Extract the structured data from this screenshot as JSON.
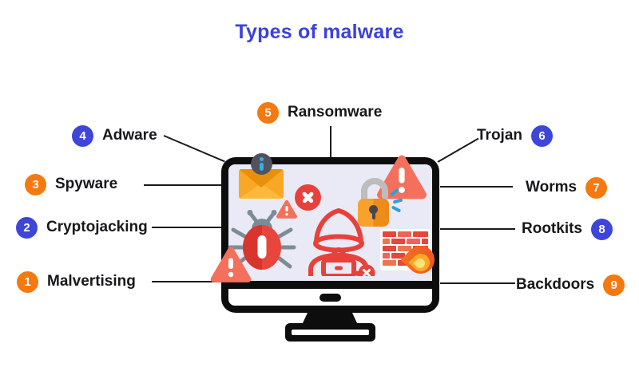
{
  "title": "Types of malware",
  "items": [
    {
      "number": "1",
      "name": "Malvertising",
      "badge_color": "#F5790F",
      "side": "left"
    },
    {
      "number": "2",
      "name": "Cryptojacking",
      "badge_color": "#3D46D9",
      "side": "left"
    },
    {
      "number": "3",
      "name": "Spyware",
      "badge_color": "#F5790F",
      "side": "left"
    },
    {
      "number": "4",
      "name": "Adware",
      "badge_color": "#3D46D9",
      "side": "left"
    },
    {
      "number": "5",
      "name": "Ransomware",
      "badge_color": "#F5790F",
      "side": "top"
    },
    {
      "number": "6",
      "name": "Trojan",
      "badge_color": "#3D46D9",
      "side": "right"
    },
    {
      "number": "7",
      "name": "Worms",
      "badge_color": "#F5790F",
      "side": "right"
    },
    {
      "number": "8",
      "name": "Rootkits",
      "badge_color": "#3D46D9",
      "side": "right"
    },
    {
      "number": "9",
      "name": "Backdoors",
      "badge_color": "#F5790F",
      "side": "right"
    }
  ],
  "colors": {
    "title": "#3C41DA",
    "badge_blue": "#3D46D9",
    "badge_orange": "#F5790F",
    "monitor_frame": "#0D0D0D",
    "screen_background": "#E9EAF6",
    "malware_red": "#E8413C",
    "warning_salmon": "#F4705C",
    "envelope_amber": "#F9A826",
    "padlock_orange": "#F9A12E",
    "flame_orange": "#F3731F",
    "spark_blue": "#2A9FE0"
  },
  "monitor": {
    "screen_icons": [
      "info-email-icon",
      "error-x-icon",
      "warning-triangle-icon",
      "bug-icon",
      "hacker-icon",
      "open-padlock-icon",
      "warning-triangle-icon",
      "firewall-icon",
      "fire-icon",
      "warning-triangle-icon"
    ]
  }
}
